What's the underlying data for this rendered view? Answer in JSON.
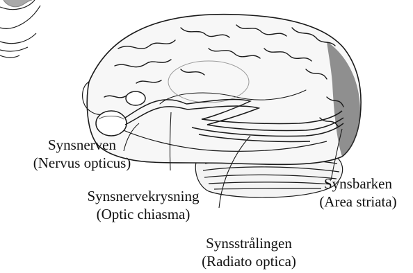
{
  "labels": {
    "optic_nerve": {
      "name": "Synsnerven",
      "latin": "(Nervus opticus)"
    },
    "optic_chiasm": {
      "name": "Synsnervekrysning",
      "latin": "(Optic chiasma)"
    },
    "optic_radiation": {
      "name": "Synsstrålingen",
      "latin": "(Radiato optica)"
    },
    "visual_cortex": {
      "name": "Synsbarken",
      "latin": "(Area striata)"
    }
  },
  "colors": {
    "ink": "#1a1a1a",
    "shade": "#555555",
    "paper": "#ffffff"
  }
}
